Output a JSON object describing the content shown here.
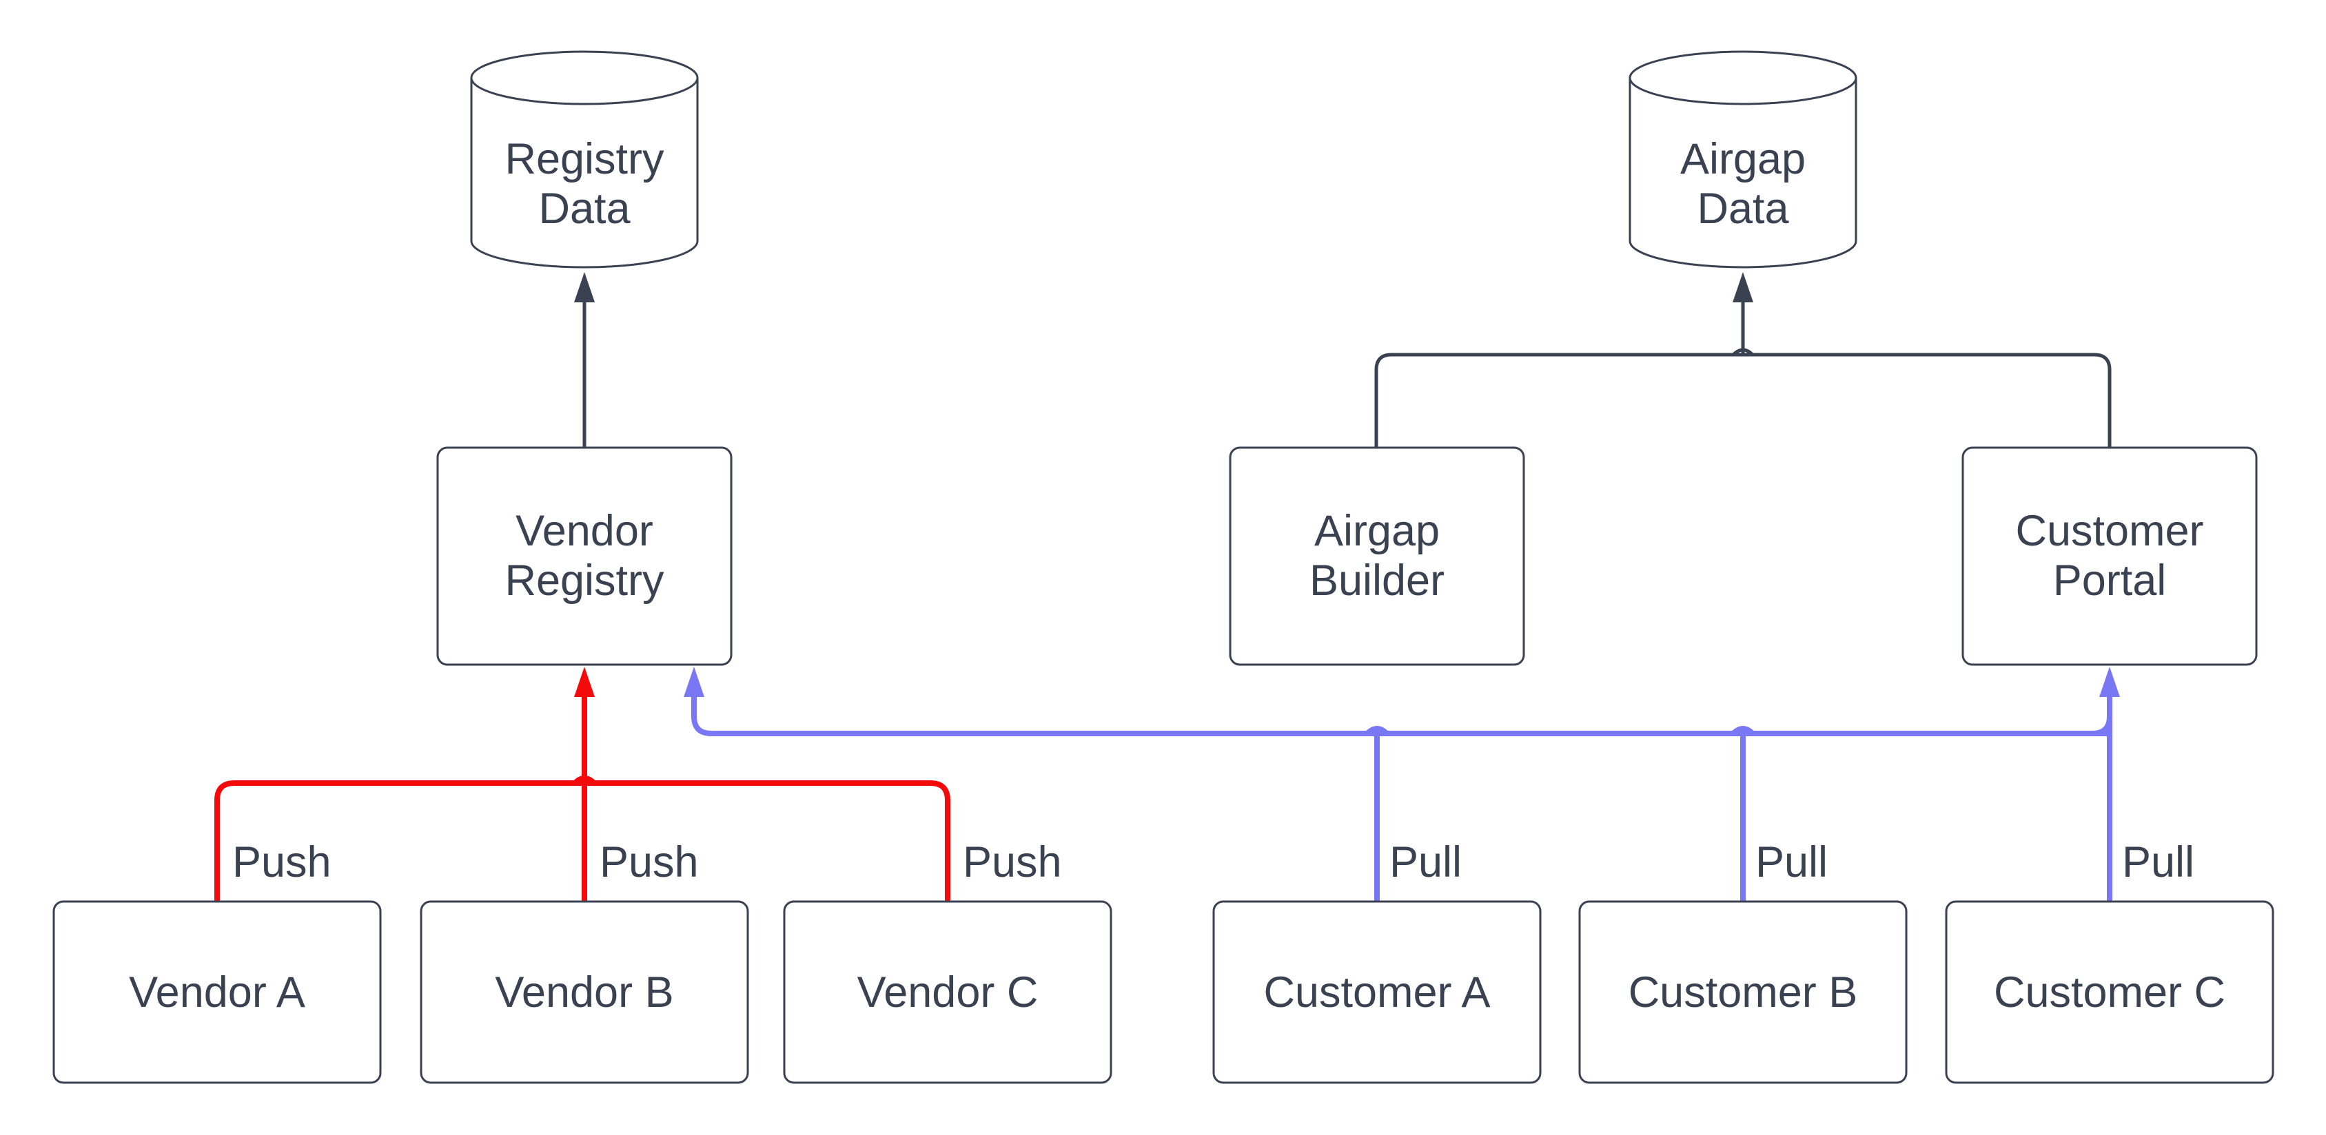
{
  "diagram": {
    "colors": {
      "ink": "#3a4150",
      "push_red": "#f40a0a",
      "pull_blue": "#7977f4",
      "node_fill": "#ffffff",
      "background": "#ffffff"
    },
    "nodes": {
      "registry_data": {
        "type": "cylinder",
        "lines": [
          "Registry",
          "Data"
        ]
      },
      "airgap_data": {
        "type": "cylinder",
        "lines": [
          "Airgap",
          "Data"
        ]
      },
      "vendor_registry": {
        "type": "box",
        "lines": [
          "Vendor",
          "Registry"
        ]
      },
      "airgap_builder": {
        "type": "box",
        "lines": [
          "Airgap",
          "Builder"
        ]
      },
      "customer_portal": {
        "type": "box",
        "lines": [
          "Customer",
          "Portal"
        ]
      },
      "vendor_a": {
        "type": "box",
        "label": "Vendor A"
      },
      "vendor_b": {
        "type": "box",
        "label": "Vendor B"
      },
      "vendor_c": {
        "type": "box",
        "label": "Vendor C"
      },
      "customer_a": {
        "type": "box",
        "label": "Customer A"
      },
      "customer_b": {
        "type": "box",
        "label": "Customer B"
      },
      "customer_c": {
        "type": "box",
        "label": "Customer C"
      }
    },
    "edge_labels": {
      "vendor_a_push": "Push",
      "vendor_b_push": "Push",
      "vendor_c_push": "Push",
      "customer_a_pull": "Pull",
      "customer_b_pull": "Pull",
      "customer_c_pull": "Pull"
    }
  }
}
